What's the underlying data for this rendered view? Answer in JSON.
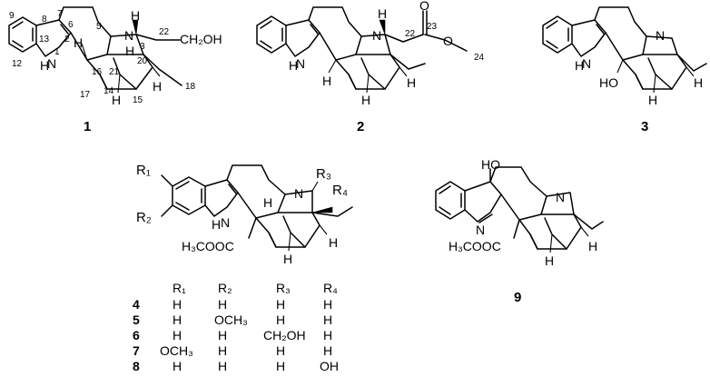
{
  "compounds": [
    {
      "id": "1",
      "label": "1"
    },
    {
      "id": "2",
      "label": "2"
    },
    {
      "id": "3",
      "label": "3"
    },
    {
      "id": "scaffold",
      "label": ""
    },
    {
      "id": "9",
      "label": "9"
    }
  ],
  "compound1": {
    "atoms": {
      "n1": "N",
      "h1": "H",
      "h16": "H",
      "h21": "H",
      "h3": "H",
      "h20": "H",
      "h14": "H",
      "n4": "N",
      "oh": "CH₂OH"
    },
    "numbers": {
      "c1": "1",
      "c2": "2",
      "c3": "3",
      "c5": "5",
      "c6": "6",
      "c7": "7",
      "c8": "8",
      "c9": "9",
      "c12": "12",
      "c13": "13",
      "c14": "14",
      "c15": "15",
      "c16": "16",
      "c17": "17",
      "c18": "18",
      "c20": "20",
      "c21": "21",
      "c22": "22"
    }
  },
  "compound2": {
    "atoms": {
      "n1": "N",
      "h1": "H",
      "n4": "N",
      "h3": "H",
      "hL": "H",
      "hR": "H",
      "hB": "H",
      "o_carbonyl": "O",
      "o_ester": "O"
    },
    "numbers": {
      "c22": "22",
      "c23": "23",
      "c24": "24"
    }
  },
  "compound3": {
    "atoms": {
      "n1": "N",
      "h1": "H",
      "n4": "N",
      "ho": "HO",
      "hR": "H",
      "hB": "H"
    }
  },
  "scaffold": {
    "r1": "R₁",
    "r2": "R₂",
    "r3": "R₃",
    "r4": "R₄",
    "n1": "N",
    "h1": "H",
    "n4": "N",
    "ester": "H₃COOC",
    "hL": "H",
    "hR": "H",
    "hB": "H"
  },
  "compound9": {
    "ho": "HO",
    "n1": "N",
    "n4": "N",
    "ester": "H₃COOC",
    "hR": "H",
    "hB": "H"
  },
  "table": {
    "headers": [
      "R₁",
      "R₂",
      "R₃",
      "R₄"
    ],
    "rows": [
      {
        "id": "4",
        "r1": "H",
        "r2": "H",
        "r3": "H",
        "r4": "H"
      },
      {
        "id": "5",
        "r1": "H",
        "r2": "OCH₃",
        "r3": "H",
        "r4": "H"
      },
      {
        "id": "6",
        "r1": "H",
        "r2": "H",
        "r3": "CH₂OH",
        "r4": "H"
      },
      {
        "id": "7",
        "r1": "OCH₃",
        "r2": "H",
        "r3": "H",
        "r4": "H"
      },
      {
        "id": "8",
        "r1": "H",
        "r2": "H",
        "r3": "H",
        "r4": "OH"
      }
    ]
  }
}
